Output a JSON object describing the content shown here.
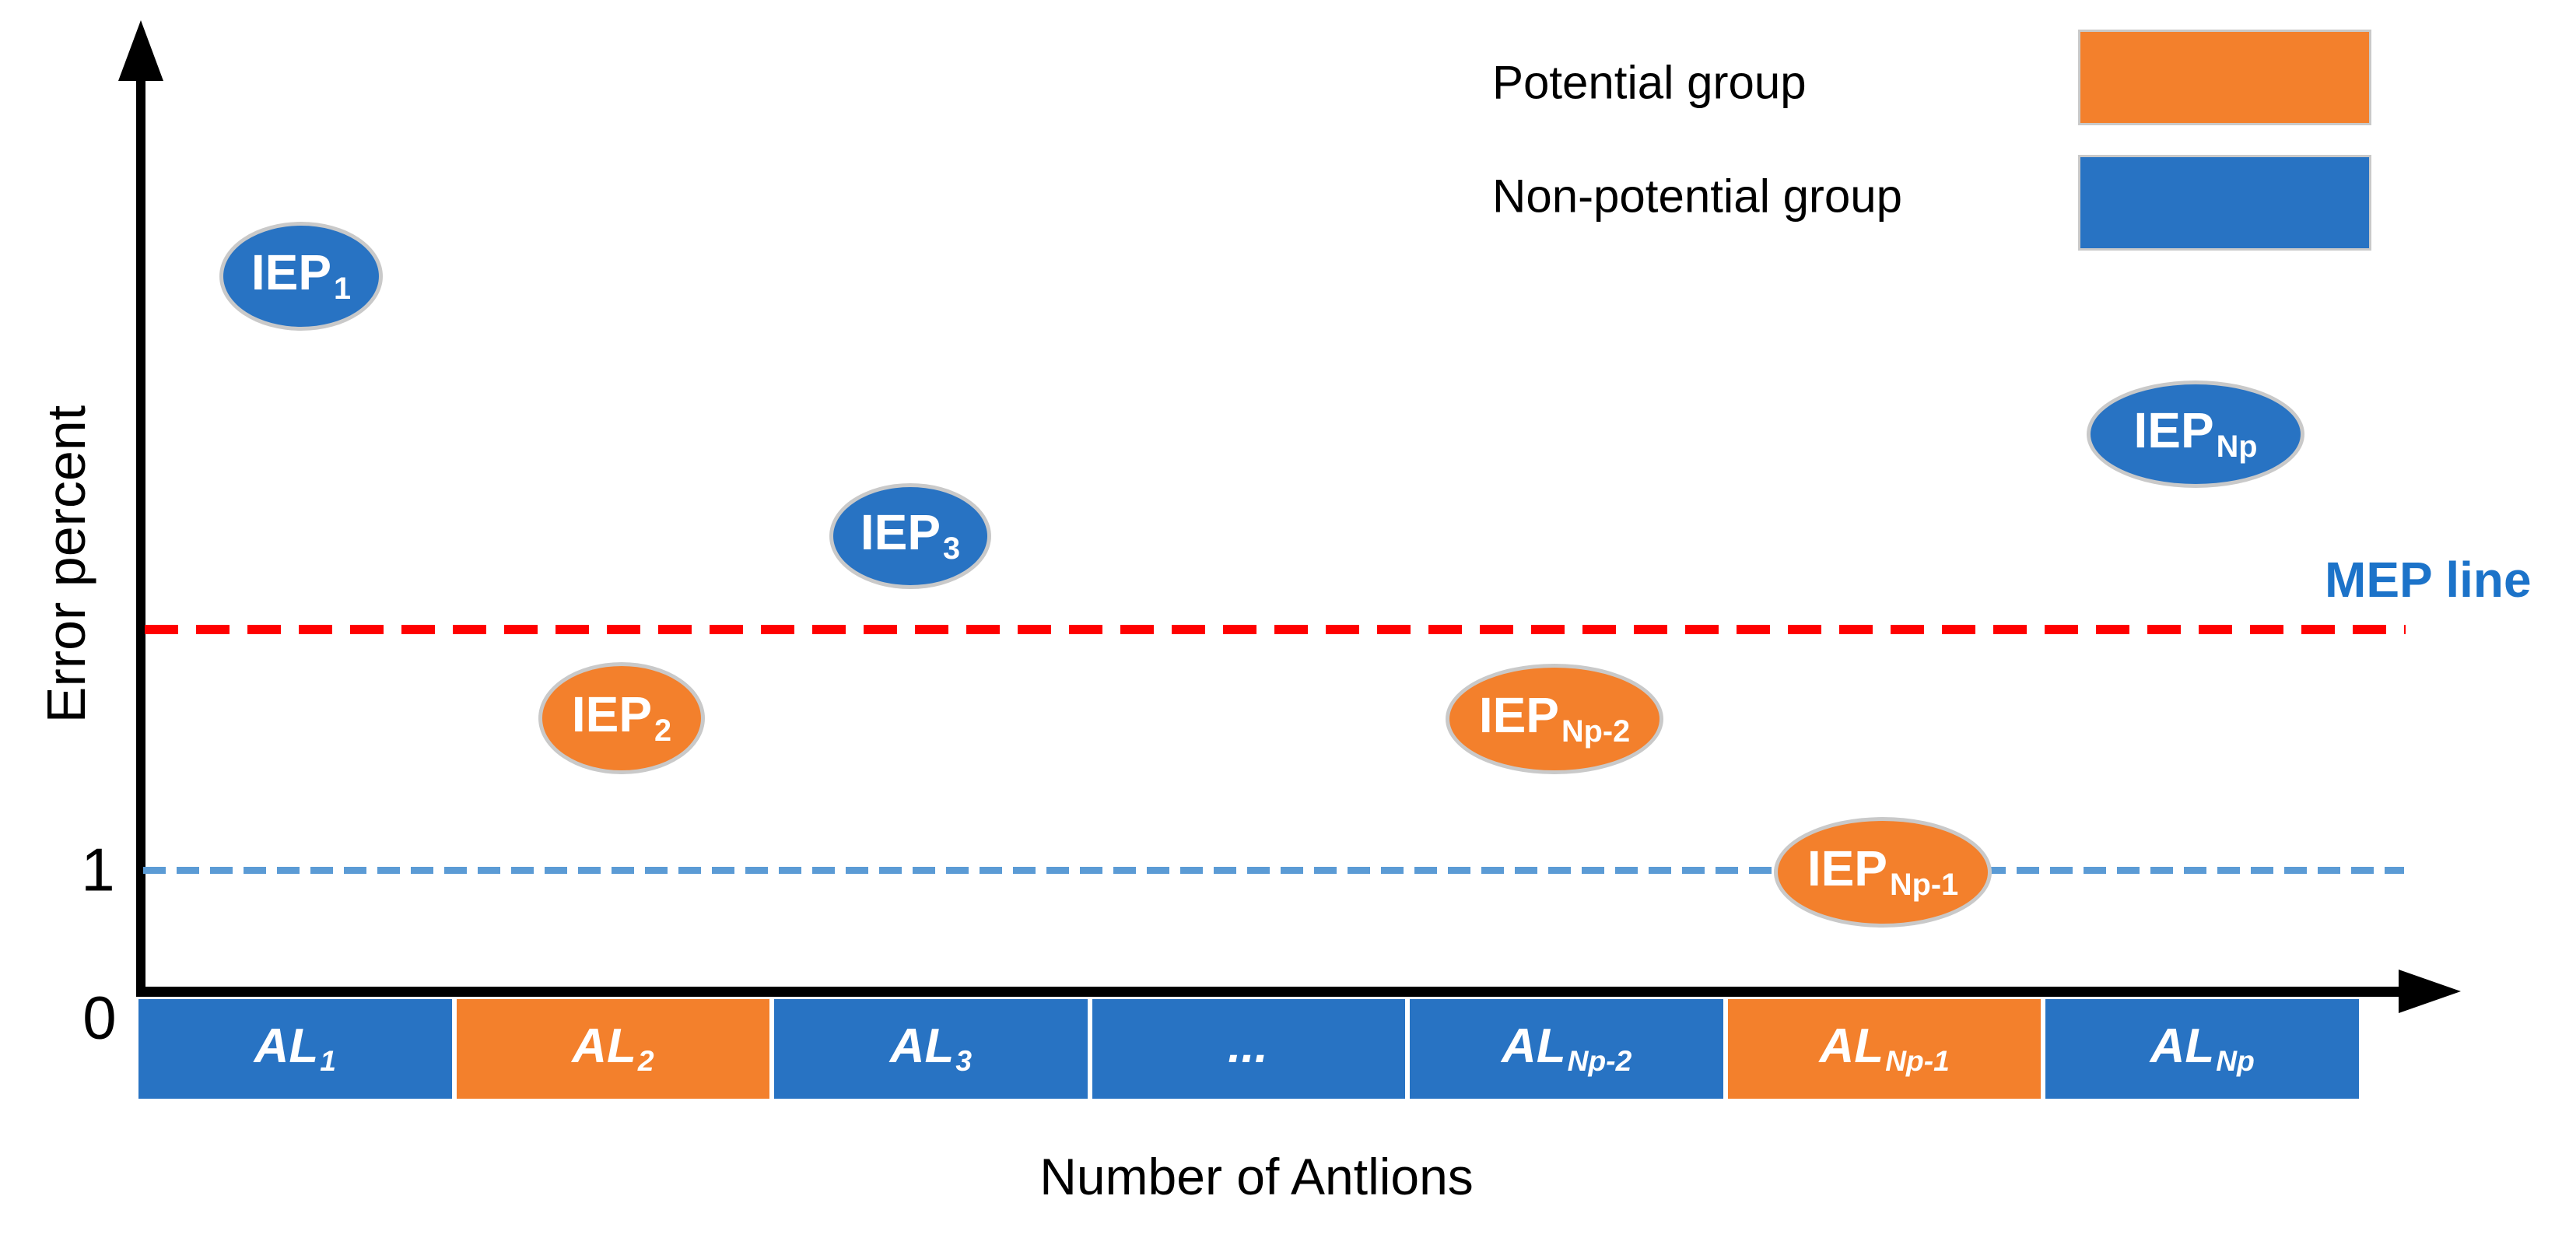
{
  "axes": {
    "y_label": "Error percent",
    "x_label": "Number of Antlions",
    "ticks": {
      "one": "1",
      "zero": "0"
    }
  },
  "mep": {
    "label": "MEP line"
  },
  "legend": {
    "items": [
      {
        "label": "Potential group",
        "color": "#F3802C"
      },
      {
        "label": "Non-potential group",
        "color": "#2873C3"
      }
    ]
  },
  "ellipses": [
    {
      "base": "IEP",
      "sub": "1",
      "group": "non-potential"
    },
    {
      "base": "IEP",
      "sub": "2",
      "group": "potential"
    },
    {
      "base": "IEP",
      "sub": "3",
      "group": "non-potential"
    },
    {
      "base": "IEP",
      "sub": "Np-2",
      "group": "potential"
    },
    {
      "base": "IEP",
      "sub": "Np-1",
      "group": "potential"
    },
    {
      "base": "IEP",
      "sub": "Np",
      "group": "non-potential"
    }
  ],
  "antlion_boxes": [
    {
      "base": "AL",
      "sub": "1",
      "group": "non-potential"
    },
    {
      "base": "AL",
      "sub": "2",
      "group": "potential"
    },
    {
      "base": "AL",
      "sub": "3",
      "group": "non-potential"
    },
    {
      "base": "...",
      "sub": "",
      "group": "non-potential"
    },
    {
      "base": "AL",
      "sub": "Np-2",
      "group": "non-potential"
    },
    {
      "base": "AL",
      "sub": "Np-1",
      "group": "potential"
    },
    {
      "base": "AL",
      "sub": "Np",
      "group": "non-potential"
    }
  ],
  "colors": {
    "non_potential_blue": "#2873C3",
    "potential_orange": "#F3802C",
    "mep_dash_red": "#FF0000",
    "unit_dash_blue": "#5B9BD5",
    "mep_label_blue": "#1C73C9",
    "shape_outline_gray": "#C9C9C9",
    "axis_black": "#000000"
  }
}
